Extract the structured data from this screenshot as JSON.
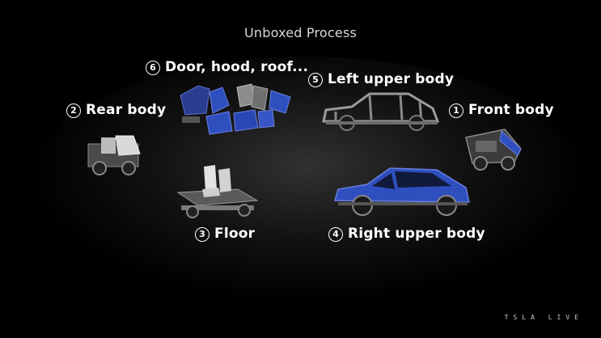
{
  "title": "Unboxed Process",
  "steps": [
    {
      "num": "1",
      "label": "Front body"
    },
    {
      "num": "2",
      "label": "Rear body"
    },
    {
      "num": "3",
      "label": "Floor"
    },
    {
      "num": "4",
      "label": "Right upper body"
    },
    {
      "num": "5",
      "label": "Left upper body"
    },
    {
      "num": "6",
      "label": "Door, hood, roof..."
    }
  ],
  "brand": "TSLA LIVE",
  "colors": {
    "body_blue": "#2f4fbf",
    "background": "#000000",
    "text": "#ffffff"
  }
}
